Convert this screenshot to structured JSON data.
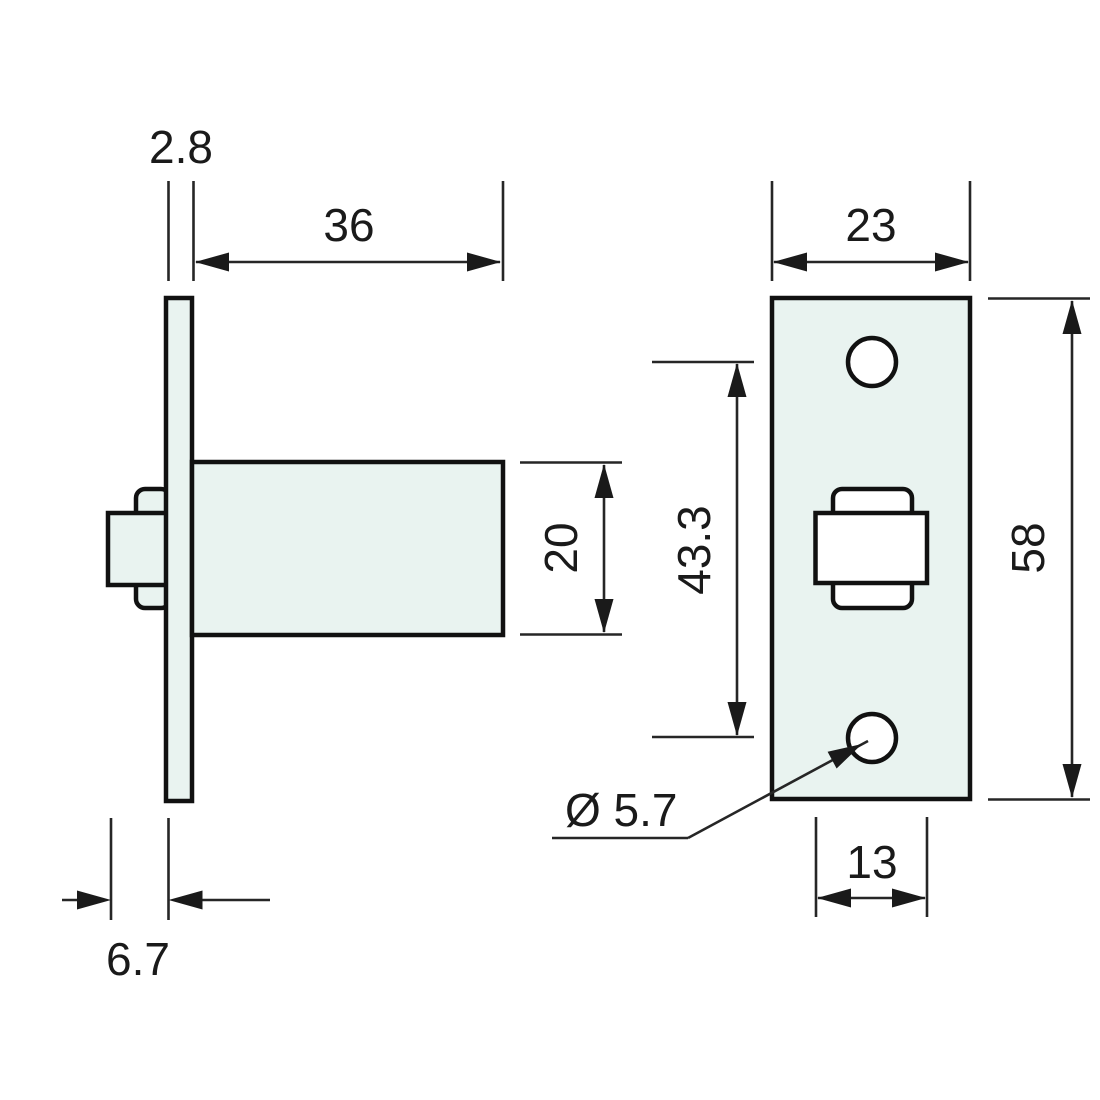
{
  "drawing": {
    "subject": "Tubular door latch - dimensioned technical drawing, side view and faceplate front view",
    "units": "mm",
    "colors": {
      "background": "#ffffff",
      "outline": "#111111",
      "dimension_lines": "#262626",
      "part_fill": "#e9f3f0",
      "cutout_fill": "#ffffff",
      "text": "#1a1a1a"
    }
  },
  "side_view": {
    "dims": {
      "faceplate_thickness": "2.8",
      "case_depth": "36",
      "bolt_height": "20",
      "bolt_projection": "6.7"
    }
  },
  "front_view": {
    "dims": {
      "faceplate_width": "23",
      "screw_hole_centres": "43.3",
      "faceplate_height": "58",
      "screw_hole_diameter": "Ø 5.7",
      "follower_width": "13"
    }
  }
}
